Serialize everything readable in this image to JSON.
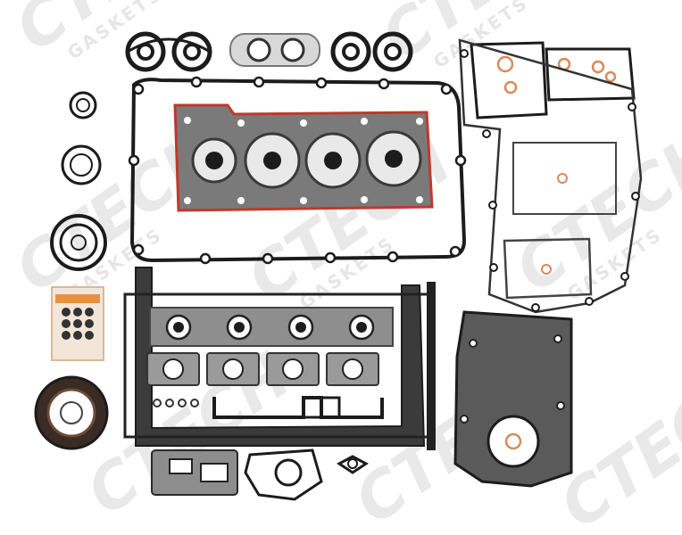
{
  "watermark": {
    "brand": "CTECH",
    "word": "GASKETS"
  },
  "colors": {
    "gasket_black": "#1c1c1c",
    "gasket_graphite": "#5b5b5b",
    "head_gasket_red": "#c0392b",
    "copper_washer": "#d98a5a",
    "watermark_gray": "#e6e6e6",
    "background": "#ffffff"
  },
  "image": {
    "subject": "engine-full-gasket-set",
    "parts": [
      "valve-cover-gasket",
      "cylinder-head-gasket",
      "oil-pan-gasket",
      "intake-manifold-gasket",
      "exhaust-manifold-gasket",
      "timing-cover-gasket",
      "rear-cover-gasket",
      "crankshaft-seal",
      "valve-stem-seals",
      "o-rings",
      "spark-plug-tube-seals"
    ]
  }
}
